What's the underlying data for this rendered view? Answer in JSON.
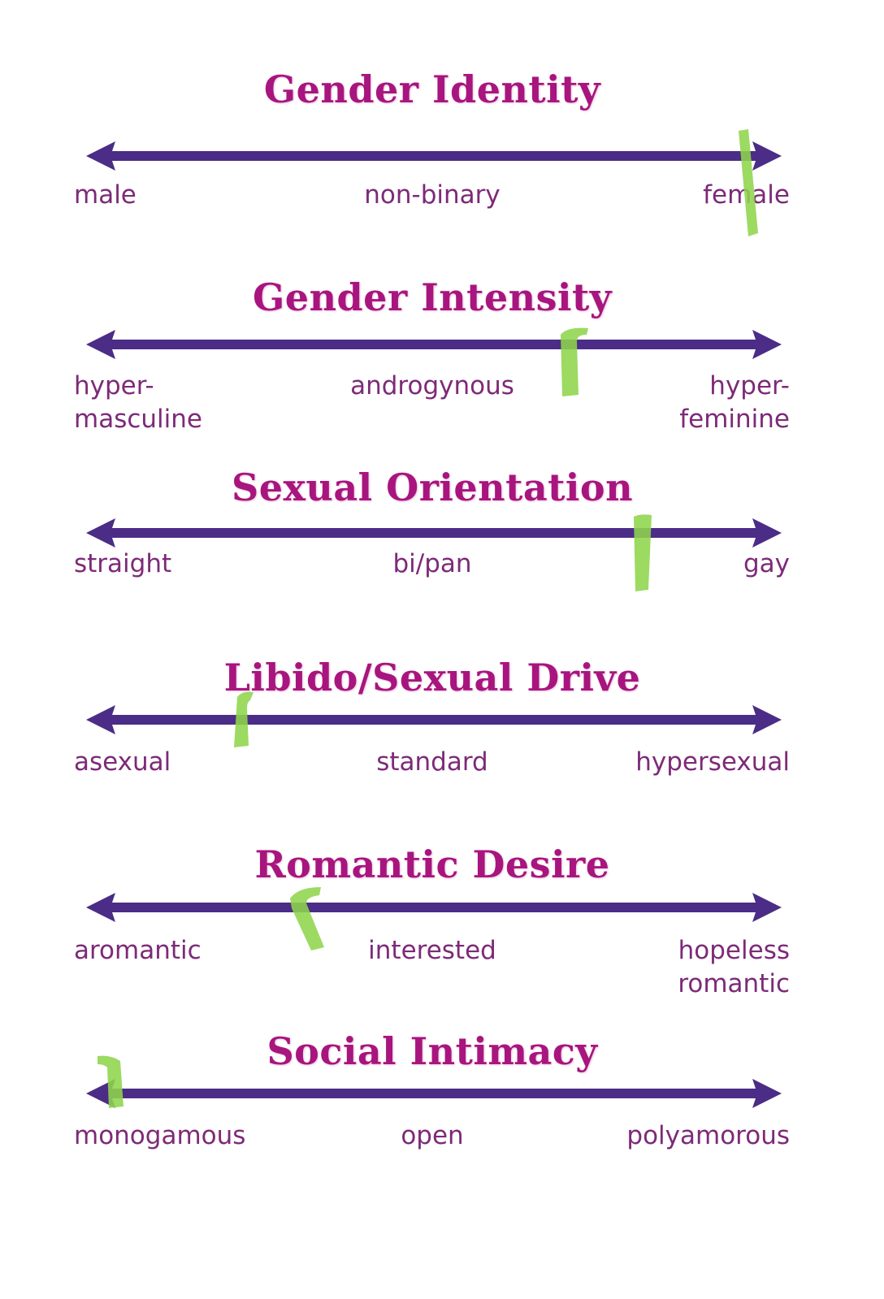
{
  "colors": {
    "title": "#a8157e",
    "axis": "#4b2c86",
    "label": "#7d2a78",
    "marker": "#8ed54c"
  },
  "scales": [
    {
      "title": "Gender Identity",
      "labels": {
        "left": [
          "male"
        ],
        "center": [
          "non-binary"
        ],
        "right": [
          "female"
        ]
      },
      "marker_position": 0.95
    },
    {
      "title": "Gender Intensity",
      "labels": {
        "left": [
          "hyper-",
          "masculine"
        ],
        "center": [
          "androgynous"
        ],
        "right": [
          "hyper-",
          "feminine"
        ]
      },
      "marker_position": 0.7
    },
    {
      "title": "Sexual Orientation",
      "labels": {
        "left": [
          "straight"
        ],
        "center": [
          "bi/pan"
        ],
        "right": [
          "gay"
        ]
      },
      "marker_position": 0.8
    },
    {
      "title": "Libido/Sexual Drive",
      "labels": {
        "left": [
          "asexual"
        ],
        "center": [
          "standard"
        ],
        "right": [
          "hypersexual"
        ]
      },
      "marker_position": 0.23
    },
    {
      "title": "Romantic Desire",
      "labels": {
        "left": [
          "aromantic"
        ],
        "center": [
          "interested"
        ],
        "right": [
          "hopeless",
          "romantic"
        ]
      },
      "marker_position": 0.32
    },
    {
      "title": "Social Intimacy",
      "labels": {
        "left": [
          "monogamous"
        ],
        "center": [
          "open"
        ],
        "right": [
          "polyamorous"
        ]
      },
      "marker_position": 0.04
    }
  ]
}
